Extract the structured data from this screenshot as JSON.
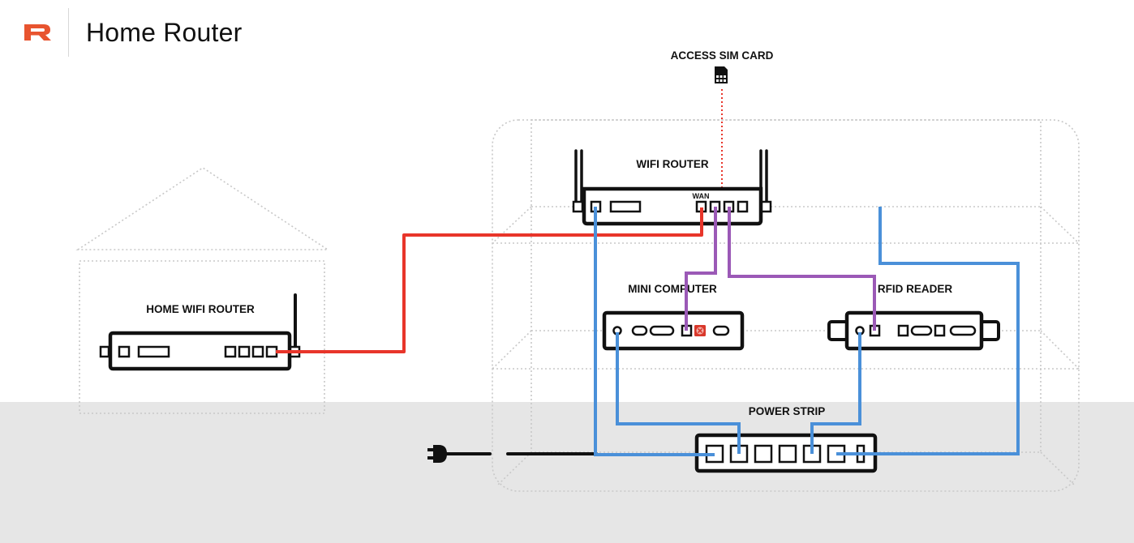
{
  "header": {
    "logo_letter": "R",
    "title": "Home Router",
    "brand_color": "#e8542f"
  },
  "diagram": {
    "labels": {
      "access_sim_card": "ACCESS SIM CARD",
      "wifi_router": "WIFI ROUTER",
      "wan": "WAN",
      "home_wifi_router": "HOME WIFI ROUTER",
      "mini_computer": "MINI COMPUTER",
      "rfid_reader": "RFID READER",
      "power_strip": "POWER STRIP"
    },
    "icons": [
      "sim-card-icon",
      "power-plug-icon",
      "error-x-icon"
    ],
    "cable_colors": {
      "internet": "#e8352a",
      "network": "#9b59b6",
      "power": "#4a90d9",
      "sim_link": "#e8352a",
      "device_outline": "#111111",
      "guide_lines": "#c8c8c8"
    },
    "connections": [
      {
        "from": "home-wifi-router",
        "to": "wifi-router-wan",
        "type": "internet"
      },
      {
        "from": "wifi-router",
        "to": "mini-computer",
        "type": "network"
      },
      {
        "from": "wifi-router",
        "to": "rfid-reader",
        "type": "network"
      },
      {
        "from": "wifi-router",
        "to": "power-strip",
        "type": "power"
      },
      {
        "from": "mini-computer",
        "to": "power-strip",
        "type": "power"
      },
      {
        "from": "rfid-reader",
        "to": "power-strip",
        "type": "power"
      },
      {
        "from": "power-strip",
        "to": "shelf-right",
        "type": "power"
      },
      {
        "from": "sim-card",
        "to": "wifi-router",
        "type": "sim_link"
      }
    ]
  }
}
